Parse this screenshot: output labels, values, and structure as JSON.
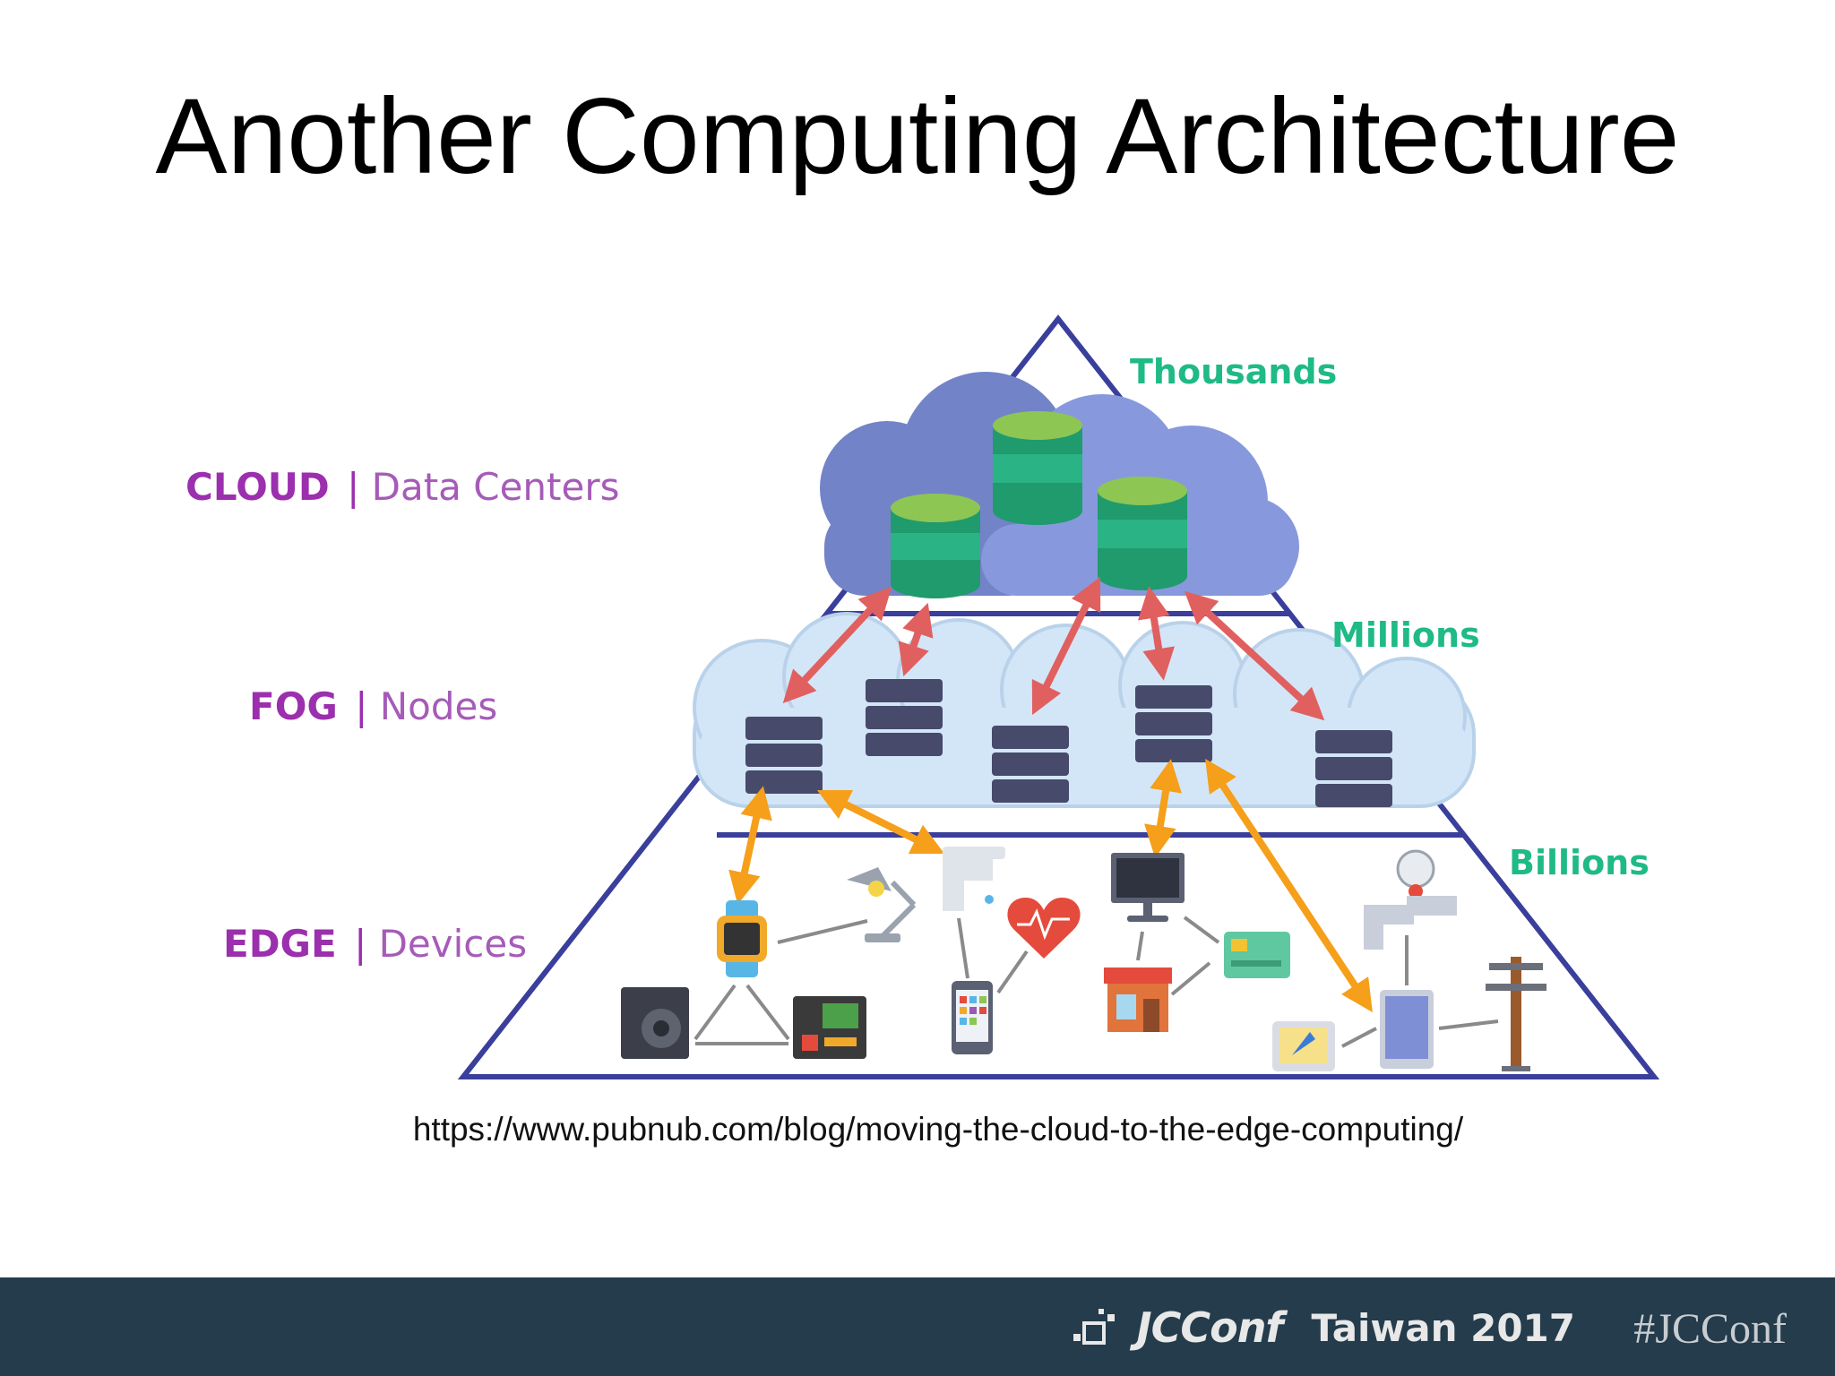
{
  "slide": {
    "title": "Another Computing Architecture"
  },
  "layers": [
    {
      "name": "CLOUD",
      "desc": "Data Centers",
      "count": "Thousands"
    },
    {
      "name": "FOG",
      "desc": "Nodes",
      "count": "Millions"
    },
    {
      "name": "EDGE",
      "desc": "Devices",
      "count": "Billions"
    }
  ],
  "source": {
    "url": "https://www.pubnub.com/blog/moving-the-cloud-to-the-edge-computing/"
  },
  "footer": {
    "logo": "JCConf",
    "edition": "Taiwan 2017",
    "hashtag": "#JCConf"
  },
  "colors": {
    "label": "#9b2fae",
    "count": "#1fba86",
    "pyramid": "#3a3f9c",
    "cloud": "#7f8fd6",
    "fog": "#d3e6f8",
    "red_arrow": "#e06060",
    "orange_arrow": "#f59f1a",
    "footer_bg": "#243c4c"
  }
}
